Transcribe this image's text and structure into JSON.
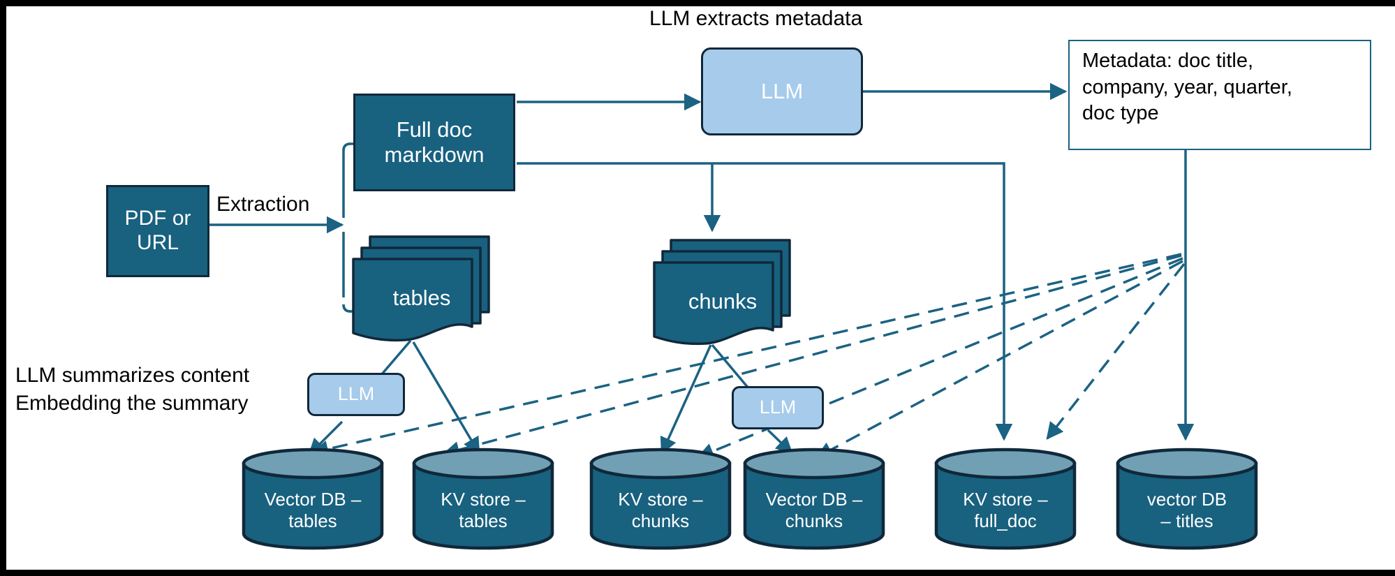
{
  "diagram": {
    "title_note_top": "LLM extracts metadata",
    "colors": {
      "dark_blue_fill": "#18617f",
      "dark_outline": "#10283a",
      "light_blue_fill": "#a6cbeb",
      "connector_blue": "#1b6283",
      "cylinder_top": "#71a0b4",
      "canvas_bg": "#ffffff",
      "frame_black": "#000000"
    },
    "nodes": {
      "source": {
        "label": "PDF or\nURL",
        "line1": "PDF or",
        "line2": "URL"
      },
      "full_doc": {
        "label": "Full doc\nmarkdown",
        "line1": "Full doc",
        "line2": "markdown"
      },
      "llm_metadata": {
        "label": "LLM"
      },
      "metadata_box": {
        "line1": "Metadata: doc title,",
        "line2": "company, year, quarter,",
        "line3": "doc type"
      },
      "tables": {
        "label": "tables"
      },
      "chunks": {
        "label": "chunks"
      },
      "llm_tables": {
        "label": "LLM"
      },
      "llm_chunks": {
        "label": "LLM"
      }
    },
    "edge_labels": {
      "extraction": "Extraction",
      "summarize_line1": "LLM summarizes content",
      "summarize_line2": "Embedding the summary"
    },
    "stores": [
      {
        "id": "vector-db-tables",
        "line1": "Vector DB –",
        "line2": "tables"
      },
      {
        "id": "kv-store-tables",
        "line1": "KV store –",
        "line2": "tables"
      },
      {
        "id": "kv-store-chunks",
        "line1": "KV store –",
        "line2": "chunks"
      },
      {
        "id": "vector-db-chunks",
        "line1": "Vector DB –",
        "line2": "chunks"
      },
      {
        "id": "kv-store-full-doc",
        "line1": "KV store –",
        "line2": "full_doc"
      },
      {
        "id": "vector-db-titles",
        "line1": "vector DB",
        "line2": "– titles"
      }
    ]
  }
}
